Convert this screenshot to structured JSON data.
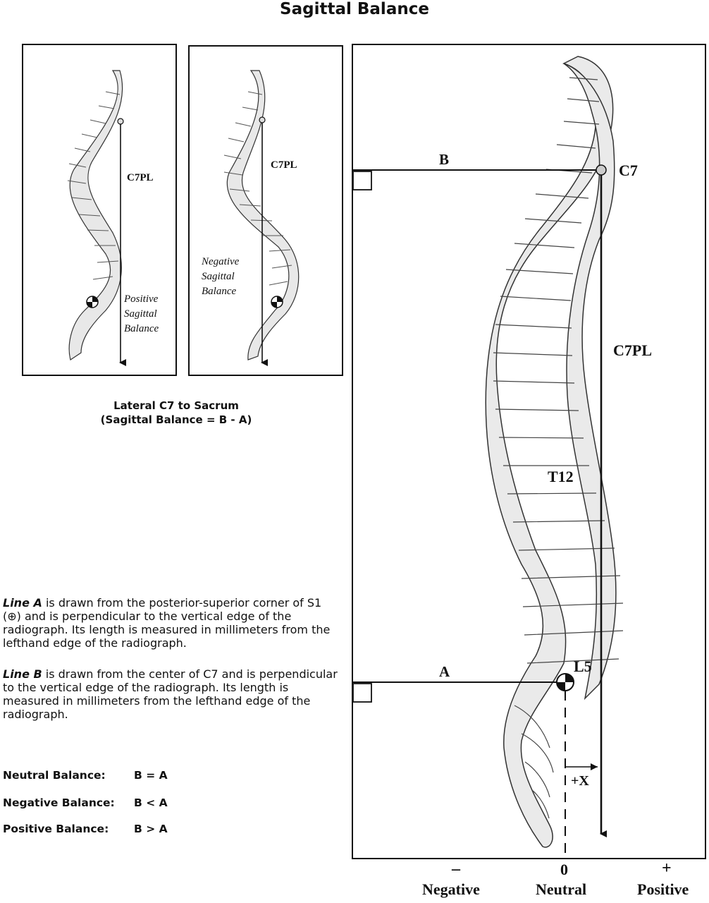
{
  "title": "Sagittal Balance",
  "panel_positive": {
    "line_label": "C7PL",
    "balance_label": [
      "Positive",
      "Sagittal",
      "Balance"
    ]
  },
  "panel_negative": {
    "line_label": "C7PL",
    "balance_label": [
      "Negative",
      "Sagittal",
      "Balance"
    ]
  },
  "caption": [
    "Lateral C7 to Sacrum",
    "(Sagittal Balance = B - A)"
  ],
  "line_a_desc": {
    "term": "Line A",
    "text": " is drawn from the posterior-superior corner of S1 (⊕) and is perpendicular to the vertical edge of the radiograph. Its length is measured in millimeters from the lefthand edge of the radiograph."
  },
  "line_b_desc": {
    "term": "Line B",
    "text": " is drawn from the center of C7 and is perpendicular to the vertical edge of the radiograph. Its length is measured in millimeters from the lefthand edge of the radiograph."
  },
  "balances": [
    {
      "label": "Neutral Balance:",
      "formula": "B = A"
    },
    {
      "label": "Negative Balance:",
      "formula": "B < A"
    },
    {
      "label": "Positive Balance:",
      "formula": "B > A"
    }
  ],
  "main": {
    "line_b": "B",
    "line_a": "A",
    "c7": "C7",
    "c7pl": "C7PL",
    "t12": "T12",
    "l5": "L5",
    "offset": "+X",
    "axis": [
      {
        "sign": "–",
        "word": "Negative"
      },
      {
        "sign": "0",
        "word": "Neutral"
      },
      {
        "sign": "+",
        "word": "Positive"
      }
    ]
  }
}
